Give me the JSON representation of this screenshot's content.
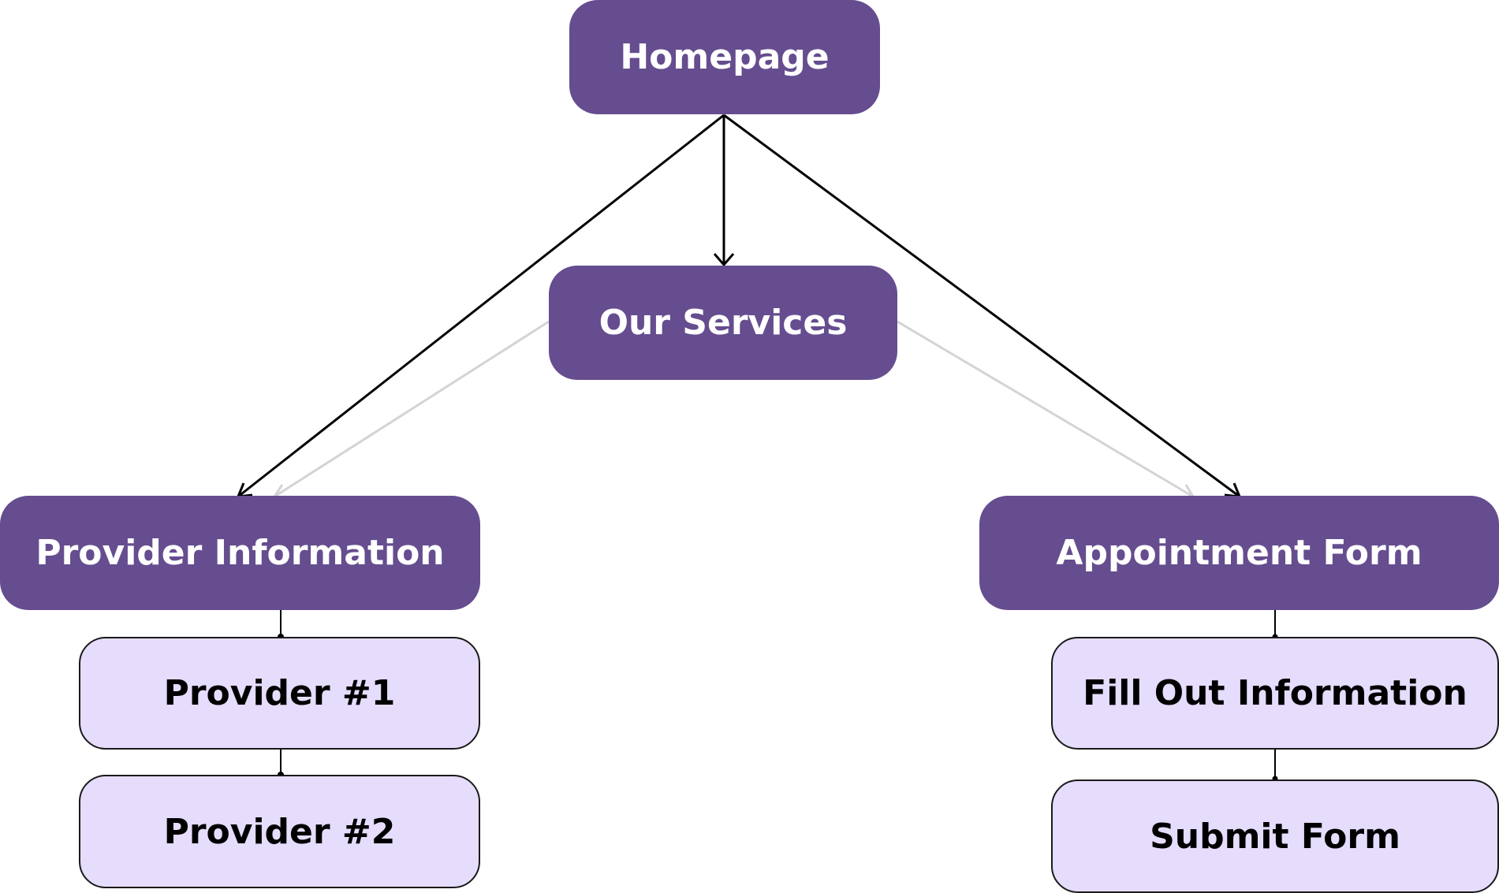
{
  "nodes": {
    "homepage": "Homepage",
    "our_services": "Our Services",
    "provider_information": "Provider Information",
    "appointment_form": "Appointment Form",
    "provider_1": "Provider #1",
    "provider_2": "Provider #2",
    "fill_out_information": "Fill Out Information",
    "submit_form": "Submit Form"
  },
  "connections": [
    {
      "from": "homepage",
      "to": "our_services",
      "style": "arrow"
    },
    {
      "from": "homepage",
      "to": "provider_information",
      "style": "arrow"
    },
    {
      "from": "homepage",
      "to": "appointment_form",
      "style": "arrow"
    },
    {
      "from": "our_services",
      "to": "provider_information",
      "style": "faint-arrow"
    },
    {
      "from": "our_services",
      "to": "appointment_form",
      "style": "faint-arrow"
    },
    {
      "from": "provider_information",
      "to": "provider_1",
      "style": "connector"
    },
    {
      "from": "provider_1",
      "to": "provider_2",
      "style": "connector"
    },
    {
      "from": "appointment_form",
      "to": "fill_out_information",
      "style": "connector"
    },
    {
      "from": "fill_out_information",
      "to": "submit_form",
      "style": "connector"
    }
  ],
  "colors": {
    "primary_fill": "#654d8f",
    "secondary_fill": "#e6dcfc",
    "arrow": "#000000",
    "faint_arrow": "#d4d4d4"
  }
}
